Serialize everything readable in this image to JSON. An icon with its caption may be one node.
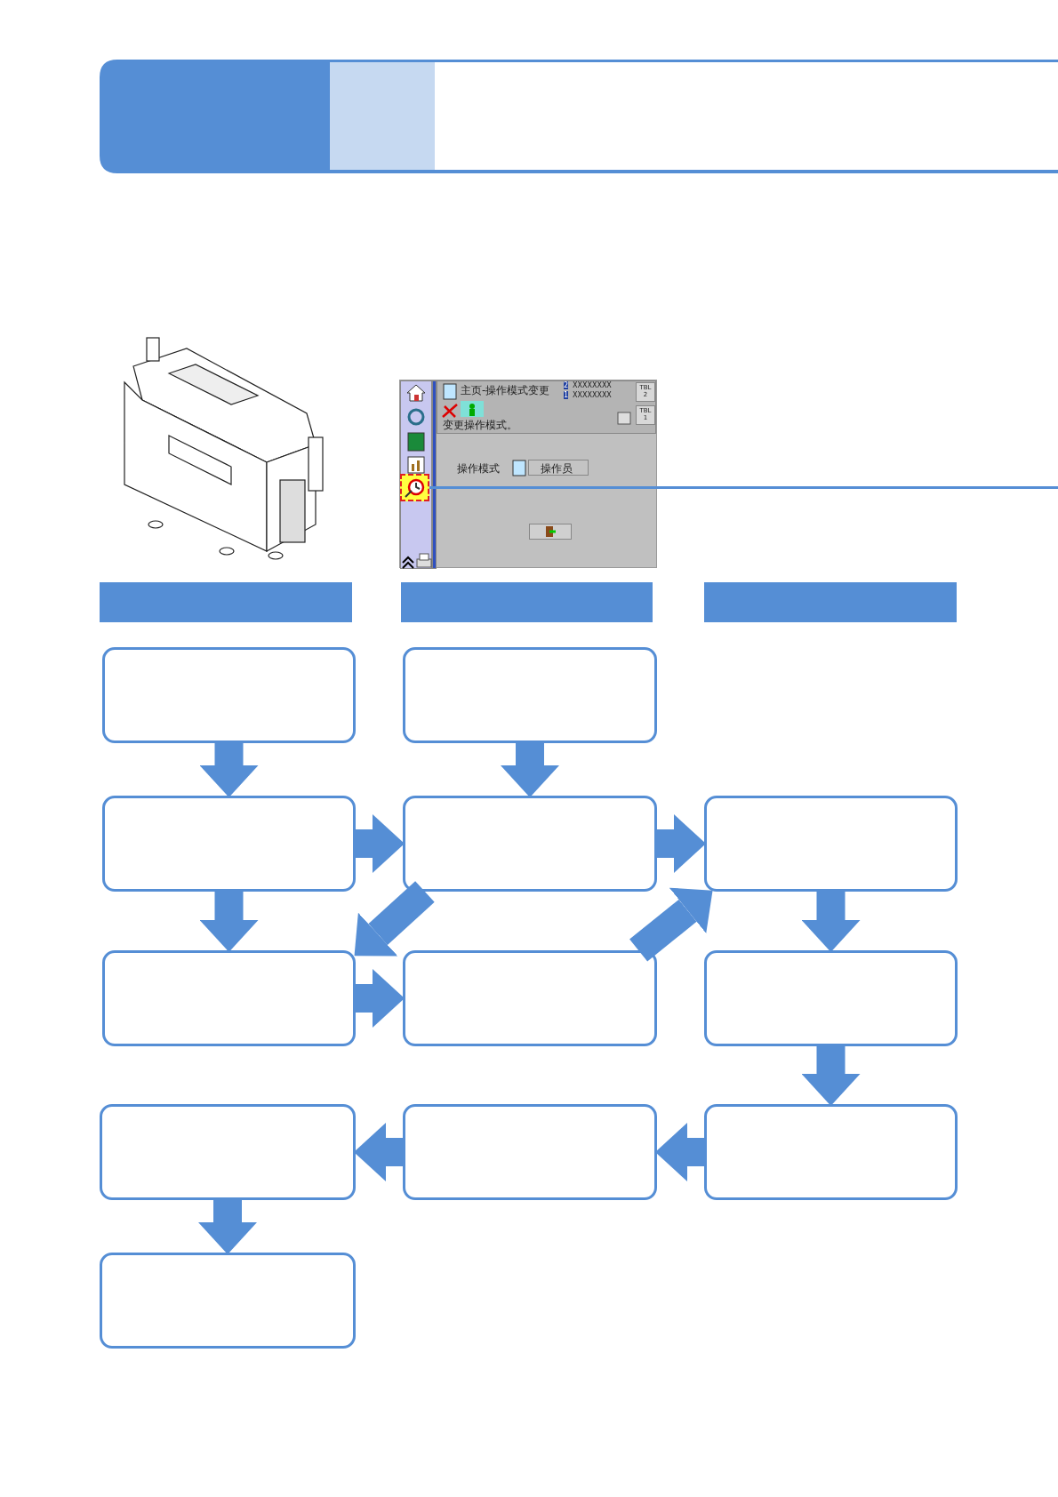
{
  "diagram": {
    "nodes": [
      {
        "text": [],
        "shape": "box"
      },
      {
        "text": [],
        "shape": "bar"
      },
      {
        "text": [],
        "shape": "bar"
      },
      {
        "text": [],
        "shape": "bar"
      },
      {
        "text": [],
        "shape": "box"
      },
      {
        "text": [],
        "shape": "box"
      },
      {
        "text": [],
        "shape": "box"
      },
      {
        "text": [],
        "shape": "box"
      },
      {
        "text": [],
        "shape": "box"
      },
      {
        "text": [],
        "shape": "box"
      },
      {
        "text": [],
        "shape": "box"
      },
      {
        "text": [],
        "shape": "box"
      },
      {
        "text": [],
        "shape": "box"
      },
      {
        "text": [],
        "shape": "box"
      },
      {
        "text": [],
        "shape": "box"
      },
      {
        "text": [],
        "shape": "box"
      }
    ],
    "edges": [
      {
        "from": 0,
        "to": null,
        "arrow": "none"
      },
      {
        "from": 4,
        "to": 6,
        "arrow": "to"
      },
      {
        "from": 5,
        "to": 7,
        "arrow": "to"
      },
      {
        "from": 6,
        "to": 7,
        "arrow": "to"
      },
      {
        "from": 7,
        "to": 8,
        "arrow": "to"
      },
      {
        "from": 6,
        "to": 9,
        "arrow": "to"
      },
      {
        "from": 7,
        "to": 9,
        "arrow": "to"
      },
      {
        "from": 9,
        "to": 10,
        "arrow": "to"
      },
      {
        "from": 10,
        "to": 8,
        "arrow": "to"
      },
      {
        "from": 8,
        "to": 11,
        "arrow": "to"
      },
      {
        "from": 11,
        "to": 14,
        "arrow": "to"
      },
      {
        "from": 14,
        "to": 13,
        "arrow": "to"
      },
      {
        "from": 13,
        "to": 12,
        "arrow": "to"
      },
      {
        "from": 12,
        "to": 15,
        "arrow": "to"
      }
    ],
    "labels": [
      "主页-操作模式变更",
      "2",
      "XXXXXXXX",
      "1",
      "XXXXXXXX",
      "TBL 2",
      "TBL 1",
      "变更操作模式。",
      "操作模式",
      "操作员"
    ]
  }
}
